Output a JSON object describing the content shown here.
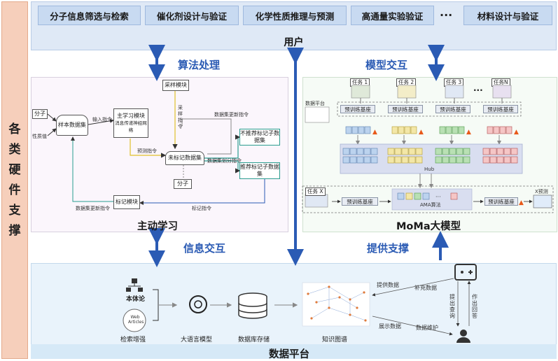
{
  "sidebar": {
    "chars": [
      "各",
      "类",
      "硬",
      "件",
      "支",
      "撑"
    ]
  },
  "user_section": {
    "label": "用户",
    "tasks": [
      "分子信息筛选与检索",
      "催化剂设计与验证",
      "化学性质推理与预测",
      "高通量实验验证",
      "材料设计与验证"
    ],
    "ellipsis": "···"
  },
  "connectors": {
    "algorithm": "算法处理",
    "model_interaction": "模型交互",
    "info_interaction": "信息交互",
    "provide_support": "提供支撑"
  },
  "active_learning": {
    "title": "主动学习",
    "nodes": {
      "molecule": "分子",
      "property": "性质值",
      "sample_dataset": "样本数据集",
      "main_model": "主学习模块",
      "main_model_sub": "消息传递神经网络",
      "sampling": "采样模块",
      "unlabeled": "未标记数据集",
      "not_recommended": "不推荐标记子数据集",
      "recommended": "推荐标记子数据集",
      "molecule2": "分子",
      "labeling": "标记模块"
    },
    "edges": {
      "input_cmd": "输入指令",
      "predict_cmd": "预测指令",
      "sample_cmd": "采样指令",
      "dataset_update_cmd": "数据集更新指令",
      "dataset_split_cmd": "数据集划分指令",
      "label_cmd": "标记指令",
      "dataset_update_cmd2": "数据集更新指令"
    }
  },
  "moma": {
    "title": "MoMa大模型",
    "tasks": [
      "任务 1",
      "任务 2",
      "任务 3",
      "任务N"
    ],
    "task_dots": "···",
    "dataset_plat": "数据平台",
    "pretrain": "预训练基座",
    "hub": "Hub",
    "task_x": "任务 X",
    "ama": "AMA算法",
    "x_predict": "X预测"
  },
  "data_platform": {
    "title": "数据平台",
    "ontology": "本体论",
    "web_articles": "Web Articles",
    "retrieval": "检索增强",
    "llm": "大语言模型",
    "database": "数据库存储",
    "kg": "知识图谱",
    "provide_data": "提供数据",
    "supplement_data": "补充数据",
    "display_data": "展示数据",
    "data_maintain": "数据维护",
    "query": "提出查询",
    "answer": "作出回答"
  },
  "colors": {
    "accent_blue": "#2b5bb4",
    "left_bar": "#f6cfbb",
    "user_band": "#dfe9f6",
    "panel_bottom": "#e9f3fb"
  }
}
